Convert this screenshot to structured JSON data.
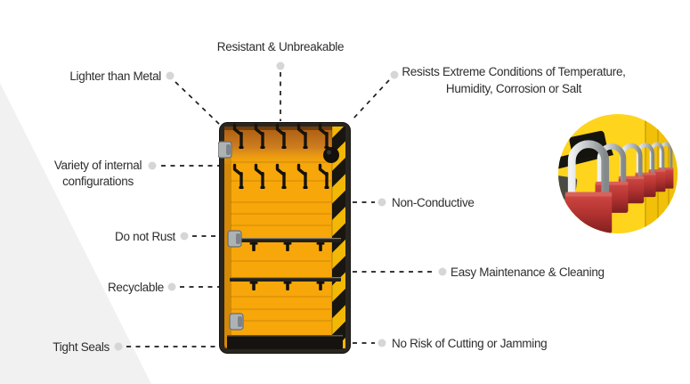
{
  "callouts": {
    "resistant": {
      "label": "Resistant & Unbreakable"
    },
    "lighter": {
      "label": "Lighter than Metal"
    },
    "extreme": {
      "label": "Resists Extreme Conditions of Temperature, Humidity, Corrosion or Salt"
    },
    "variety": {
      "label": "Variety of internal configurations"
    },
    "non_conductive": {
      "label": "Non-Conductive"
    },
    "no_rust": {
      "label": "Do not Rust"
    },
    "maintenance": {
      "label": "Easy Maintenance & Cleaning"
    },
    "recyclable": {
      "label": "Recyclable"
    },
    "tight_seals": {
      "label": "Tight Seals"
    },
    "no_cutting": {
      "label": "No Risk of Cutting or Jamming"
    }
  },
  "illustrations": {
    "cabinet": "yellow-lockout-station-cabinet-with-hooks-and-hazard-stripes",
    "photo": "red-padlocks-hanging-on-yellow-rack"
  },
  "colors": {
    "text": "#2d2d2d",
    "callout_line": "#1c1c1c",
    "callout_dot": "#d6d6d6",
    "background_wedge": "#f1f1f2",
    "cabinet_yellow": "#f7a70a",
    "cabinet_orange": "#c8731c",
    "hazard_yellow": "#f2b806",
    "hazard_black": "#191510",
    "padlock_red": "#b33331",
    "photo_background_yellow": "#ffd41c"
  }
}
